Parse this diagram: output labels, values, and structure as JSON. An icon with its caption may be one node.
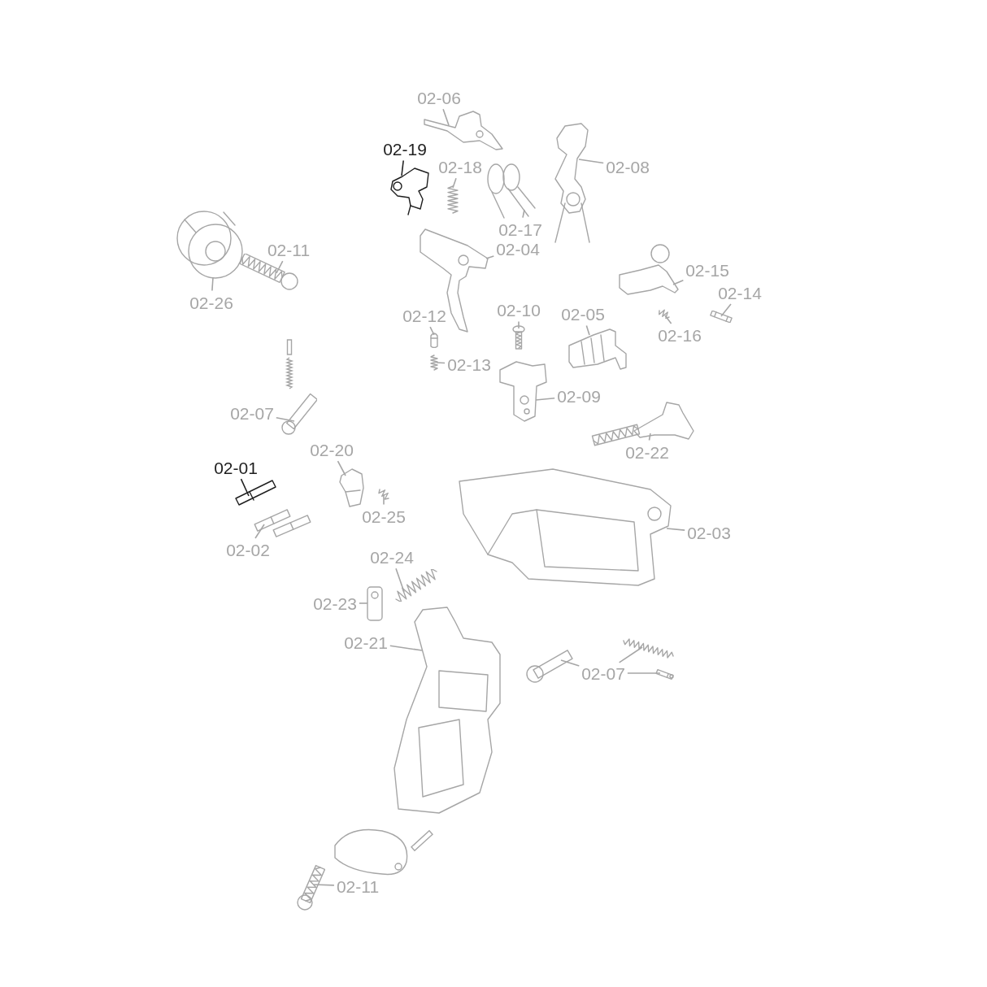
{
  "diagram": {
    "nodes": [
      {
        "text": [
          "02-06"
        ]
      },
      {
        "text": [
          "02-19"
        ]
      },
      {
        "text": [
          "02-18"
        ]
      },
      {
        "text": [
          "02-08"
        ]
      },
      {
        "text": [
          "02-17"
        ]
      },
      {
        "text": [
          "02-04"
        ]
      },
      {
        "text": [
          "02-11"
        ]
      },
      {
        "text": [
          "02-15"
        ]
      },
      {
        "text": [
          "02-26"
        ]
      },
      {
        "text": [
          "02-14"
        ]
      },
      {
        "text": [
          "02-10"
        ]
      },
      {
        "text": [
          "02-05"
        ]
      },
      {
        "text": [
          "02-12"
        ]
      },
      {
        "text": [
          "02-16"
        ]
      },
      {
        "text": [
          "02-13"
        ]
      },
      {
        "text": [
          "02-09"
        ]
      },
      {
        "text": [
          "02-07"
        ]
      },
      {
        "text": [
          "02-20"
        ]
      },
      {
        "text": [
          "02-22"
        ]
      },
      {
        "text": [
          "02-01"
        ]
      },
      {
        "text": [
          "02-25"
        ]
      },
      {
        "text": [
          "02-02"
        ]
      },
      {
        "text": [
          "02-24"
        ]
      },
      {
        "text": [
          "02-03"
        ]
      },
      {
        "text": [
          "02-23"
        ]
      },
      {
        "text": [
          "02-21"
        ]
      },
      {
        "text": [
          "02-07"
        ]
      },
      {
        "text": [
          "02-11"
        ]
      },
      {
        "text": [],
        "shape": "picture"
      },
      {
        "text": [],
        "shape": "picture"
      },
      {
        "text": [],
        "shape": "picture"
      },
      {
        "text": [],
        "shape": "picture"
      },
      {
        "text": [],
        "shape": "picture"
      },
      {
        "text": [],
        "shape": "picture"
      },
      {
        "text": [],
        "shape": "picture"
      },
      {
        "text": [],
        "shape": "picture"
      },
      {
        "text": [],
        "shape": "picture"
      },
      {
        "text": [],
        "shape": "picture"
      },
      {
        "text": [],
        "shape": "picture"
      },
      {
        "text": [],
        "shape": "picture"
      },
      {
        "text": [],
        "shape": "picture"
      },
      {
        "text": [],
        "shape": "picture"
      },
      {
        "text": [],
        "shape": "picture"
      },
      {
        "text": [],
        "shape": "picture"
      },
      {
        "text": [],
        "shape": "picture"
      },
      {
        "text": [],
        "shape": "picture"
      },
      {
        "text": [],
        "shape": "picture"
      },
      {
        "text": [],
        "shape": "picture"
      },
      {
        "text": [],
        "shape": "picture"
      },
      {
        "text": [],
        "shape": "picture"
      },
      {
        "text": [],
        "shape": "picture"
      },
      {
        "text": [],
        "shape": "picture"
      },
      {
        "text": [],
        "shape": "picture"
      },
      {
        "text": [],
        "shape": "picture"
      },
      {
        "text": [],
        "shape": "picture"
      },
      {
        "text": [],
        "shape": "picture"
      },
      {
        "text": [],
        "shape": "picture"
      },
      {
        "text": [],
        "shape": "picture"
      }
    ],
    "edges": [
      {
        "from": 0,
        "to": 28,
        "arrow": "none"
      },
      {
        "from": 1,
        "to": 29,
        "arrow": "none",
        "color": "#222222"
      },
      {
        "from": 2,
        "to": 30,
        "arrow": "none"
      },
      {
        "from": 3,
        "to": 31,
        "arrow": "none"
      },
      {
        "from": 4,
        "to": 32,
        "arrow": "none"
      },
      {
        "from": 5,
        "to": 34,
        "arrow": "none"
      },
      {
        "from": 6,
        "to": 36,
        "arrow": "none"
      },
      {
        "from": 7,
        "to": 35,
        "arrow": "none"
      },
      {
        "from": 8,
        "to": 33,
        "arrow": "none"
      },
      {
        "from": 9,
        "to": 38,
        "arrow": "none"
      },
      {
        "from": 10,
        "to": 41,
        "arrow": "none"
      },
      {
        "from": 11,
        "to": 40,
        "arrow": "none"
      },
      {
        "from": 12,
        "to": 42,
        "arrow": "none"
      },
      {
        "from": 13,
        "to": 39,
        "arrow": "none"
      },
      {
        "from": 14,
        "to": 43,
        "arrow": "none"
      },
      {
        "from": 15,
        "to": 44,
        "arrow": "none"
      },
      {
        "from": 16,
        "to": 45,
        "arrow": "none"
      },
      {
        "from": 17,
        "to": 47,
        "arrow": "none"
      },
      {
        "from": 18,
        "to": 46,
        "arrow": "none"
      },
      {
        "from": 19,
        "to": 48,
        "arrow": "none",
        "color": "#222222"
      },
      {
        "from": 20,
        "to": 49,
        "arrow": "none"
      },
      {
        "from": 21,
        "to": 50,
        "arrow": "none"
      },
      {
        "from": 22,
        "to": 51,
        "arrow": "none"
      },
      {
        "from": 23,
        "to": 37,
        "arrow": "none"
      },
      {
        "from": 24,
        "to": 52,
        "arrow": "none"
      },
      {
        "from": 25,
        "to": 53,
        "arrow": "none"
      },
      {
        "from": 26,
        "to": 54,
        "arrow": "none"
      },
      {
        "from": 26,
        "to": 55,
        "arrow": "none"
      },
      {
        "from": 26,
        "to": 56,
        "arrow": "none"
      },
      {
        "from": 27,
        "to": 57,
        "arrow": "none"
      }
    ]
  }
}
